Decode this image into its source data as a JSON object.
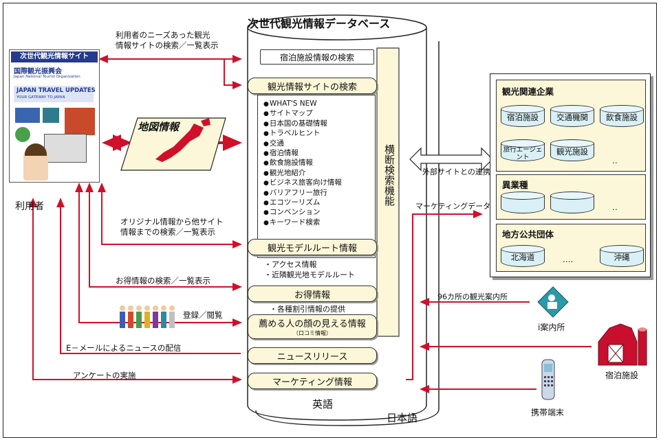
{
  "title": "次世代観光情報データベース",
  "user": {
    "label": "利用者",
    "site_header": "次世代観光情報サイト",
    "site_org": "国際観光振興会",
    "site_org_en": "Japan National Tourist Organization",
    "site_banner": "JAPAN TRAVEL UPDATES",
    "site_banner_sub": "YOUR GATEWAY TO JAPAN"
  },
  "map_label": "地図情報",
  "left_labels": {
    "needs_search": "利用者のニーズあった観光\n情報サイトの検索／一覧表示",
    "original_search": "オリジナル情報から他サイト\n情報までの検索／一覧表示",
    "deals_search": "お得情報の検索／一覧表示",
    "register": "登録／閲覧",
    "email_news": "E－メールによるニュースの配信",
    "survey": "アンケートの実施"
  },
  "db_items": {
    "lodging_search": "宿泊施設情報の検索",
    "tourism_site_search": "観光情報サイトの検索",
    "model_route": "観光モデルルート情報",
    "route_sub": [
      "・アクセス情報",
      "・近隣観光地モデルルート"
    ],
    "deals": "お得情報",
    "deals_sub": "・各種割引情報の提供",
    "faces": "薦める人の顔の見える情報",
    "faces_sub": "（口コミ情報）",
    "news": "ニュースリリース",
    "marketing": "マーケティング情報",
    "english": "英語",
    "japanese": "日本語"
  },
  "category_list": [
    "WHAT'S NEW",
    "サイトマップ",
    "日本国の基礎情報",
    "トラベルヒント",
    "交通",
    "宿泊情報",
    "飲食施設情報",
    "観光地紹介",
    "ビジネス旅客向け情報",
    "バリアフリー旅行",
    "エコツーリズム",
    "コンベンション",
    "キーワード検索"
  ],
  "cross_search": "横断検索機能",
  "right": {
    "external_link": "外部サイトとの連携",
    "marketing_data": "マーケティングデータ",
    "groups": {
      "tourism": {
        "title": "観光関連企業",
        "items": [
          "宿泊施設",
          "交通機関",
          "飲食施設",
          "旅行エージェント",
          "観光施設",
          "‥"
        ]
      },
      "other": {
        "title": "異業種",
        "items": [
          "‥"
        ]
      },
      "local": {
        "title": "地方公共団体",
        "items": [
          "北海道",
          "‥‥",
          "沖縄"
        ]
      }
    },
    "info_centers": "96カ所の観光案内所",
    "i_center": "i案内所",
    "lodging": "宿泊施設",
    "mobile": "携帯端末"
  },
  "colors": {
    "arrow": "#d0102a",
    "pill_fill": "#fbf7d8",
    "navy": "#243a8c"
  }
}
